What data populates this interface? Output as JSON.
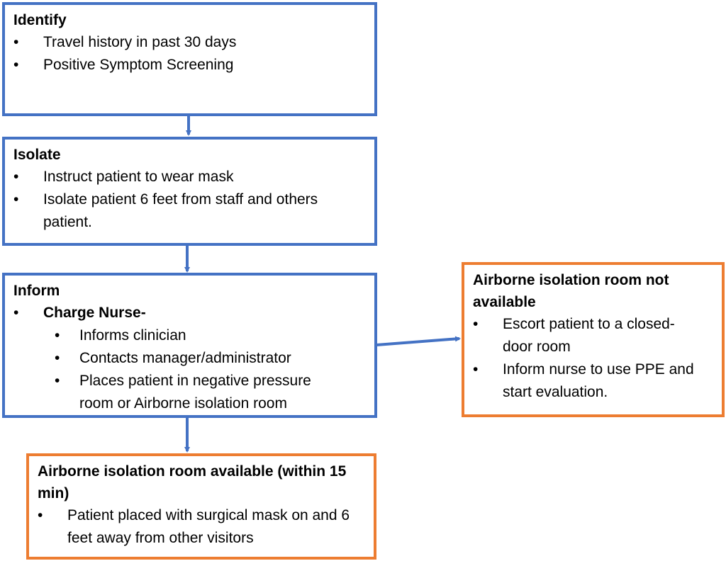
{
  "colors": {
    "blue": "#4472c4",
    "orange": "#ed7d31"
  },
  "identify": {
    "title": "Identify",
    "items": [
      "Travel history in past 30 days",
      "Positive Symptom Screening"
    ]
  },
  "isolate": {
    "title": "Isolate",
    "items": [
      "Instruct patient to wear mask",
      "Isolate patient 6 feet from staff and others patient."
    ]
  },
  "inform": {
    "title": "Inform",
    "charge_nurse": "Charge Nurse-",
    "subitems": [
      "Informs clinician",
      "Contacts manager/administrator",
      "Places patient in negative pressure room or Airborne isolation room"
    ]
  },
  "not_available": {
    "title": "Airborne isolation room not available",
    "items": [
      "Escort patient to a closed-door room",
      "Inform nurse to use PPE and start evaluation."
    ]
  },
  "available": {
    "title": "Airborne isolation room available (within 15 min)",
    "items": [
      "Patient placed with surgical mask on and 6 feet away from other visitors"
    ]
  }
}
